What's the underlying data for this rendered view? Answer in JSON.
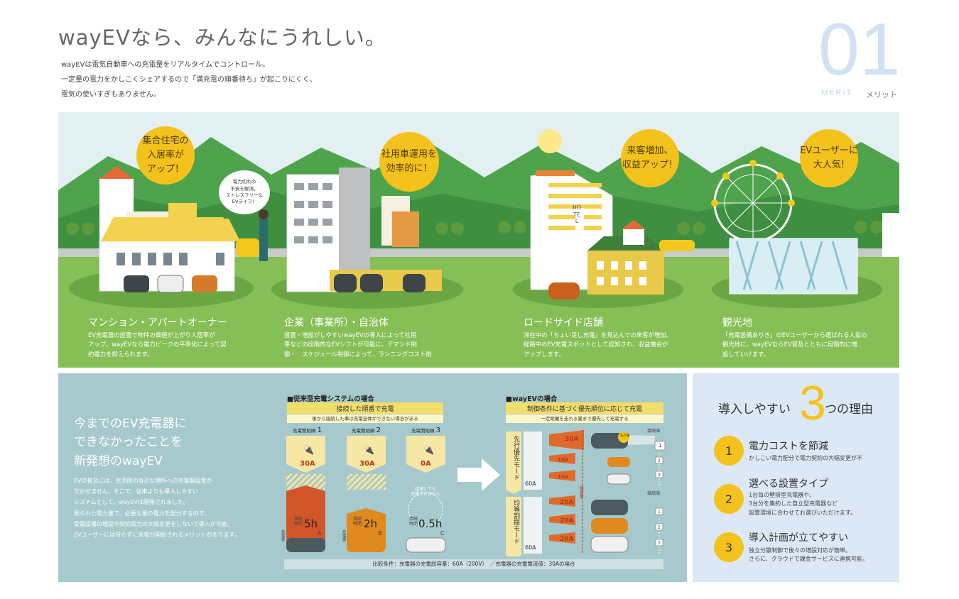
{
  "header": {
    "title": "wayEVなら、みんなにうれしい。",
    "lead": [
      "wayEVは電気自動車への充電量をリアルタイムでコントロール。",
      "一定量の電力をかしこくシェアするので「満充電の順番待ち」が起こりにくく、",
      "電気の使いすぎもありません。"
    ],
    "merit_number": "01",
    "merit_en": "MERIT",
    "merit_jp": "メリット"
  },
  "scene": {
    "bubbles": [
      {
        "text": "集合住宅の\n入居率が\nアップ！"
      },
      {
        "text": "社用車運用を\n効率的に！"
      },
      {
        "text": "来客増加、\n収益アップ！"
      },
      {
        "text": "EVユーザーに\n大人気!"
      }
    ],
    "speech": "電力切れの\n不安を解消。\nストレスフリーな\nEVライフ！",
    "hotel_sign": "HOTEL",
    "categories": [
      {
        "title": "マンション・アパートオーナー",
        "desc": "EV充電器の設置で物件の価値が上がり入居率が\nアップ。wayEVなら電力ピークの平準化によって契\n約電力を抑えられます。"
      },
      {
        "title": "企業（事業所）・自治体",
        "desc": "設置・増設がしやすいwayEVの導入によって社用\n車などの段階的なEVシフトが可能に。デマンド制\n御・　スケジュール制御によって、ランニングコスト削"
      },
      {
        "title": "ロードサイド店舗",
        "desc": "滞在中の「ちょい足し充電」を見込んでの来客が増加。\n経路中のEV充電スポットとして認知され、収益機会が\nアップします。"
      },
      {
        "title": "観光地",
        "desc": "「充電設備ありき」のEVユーザーから選ばれる人気の\n観光地に。wayEVならEV普及とともに段階的に増\n設していけます。"
      }
    ]
  },
  "comparison": {
    "heading": "今までのEV充電器に\nできなかったことを\n新発想のwayEV",
    "body": "EVの普及には、生活圏の身近な場所への充電器設置が\n欠かせません。そこで、従来よりも導入しやすい\nシステムとして、wayEVは開発されました。\n限られた電力量で、必要な量の電力を配分するので、\n受電設備の増設や契約電力の大幅変更をしないで導入が可能。\nEVユーザーには待たずに充電が開始されるメリットがあります。",
    "conventional": {
      "label": "■従来型充電システムの場合",
      "bar": "接続した順番で充電",
      "sub": "後から接続した車は充電自体ができない場合がある",
      "slots": [
        {
          "label": "充電開始順",
          "order": "1",
          "amp": "30A",
          "time_label": "接続\n時間",
          "hours": "5h",
          "letter": "A",
          "charge": "充電量"
        },
        {
          "label": "充電開始順",
          "order": "2",
          "amp": "30A",
          "time_label": "接続\n時間",
          "hours": "2h",
          "letter": "B",
          "charge": "充電量"
        },
        {
          "label": "充電開始順",
          "order": "3",
          "amp": "0A",
          "time_label": "接続\n時間",
          "hours": "0.5h",
          "letter": "C",
          "note": "接続しても\n充電されません"
        }
      ]
    },
    "wayev": {
      "label": "■wayEVの場合",
      "bar": "制御条件に基づく優先順位に応じて充電",
      "sub": "一定距離を走れる量まで優先して充電する",
      "total": "60A",
      "vertical_label": "総容量",
      "modes": [
        {
          "name": "先行優先モード",
          "amps": [
            "30A",
            "15A",
            "15A"
          ],
          "order_label": "接続順",
          "orders": [
            "1",
            "2",
            "3"
          ],
          "badge": "先行権"
        },
        {
          "name": "均等割振モード",
          "amps": [
            "20A",
            "20A",
            "20A"
          ],
          "order_label": "接続順",
          "orders": [
            "1",
            "2",
            "3"
          ]
        }
      ]
    },
    "footnote": "比較条件：充電器の充電総容量：60A（200V）　／充電器の充電電流値：30Aの場合"
  },
  "reasons": {
    "title_pre": "導入しやすい",
    "title_num": "3",
    "title_post": "つの理由",
    "items": [
      {
        "num": "1",
        "head": "電力コストを節減",
        "text": "かしこい電力配分で電力契約の大幅変更が不"
      },
      {
        "num": "2",
        "head": "選べる設置タイプ",
        "text": "1台毎の壁掛型充電器や、\n3台分を集約した自立型充電器など\n設置環境に合わせてお選びいただけます。"
      },
      {
        "num": "3",
        "head": "導入計画が立てやすい",
        "text": "独立分散制御で後々の増設対応が簡単。\nさらに、クラウドで課金サービスに連携可能。"
      }
    ]
  },
  "colors": {
    "accent": "#f4c21c",
    "scene_green": "#86bf56",
    "panel": "#a6c9cd",
    "reasons_bg": "#dce8f5",
    "arrow_orange": "#e06a2c"
  }
}
